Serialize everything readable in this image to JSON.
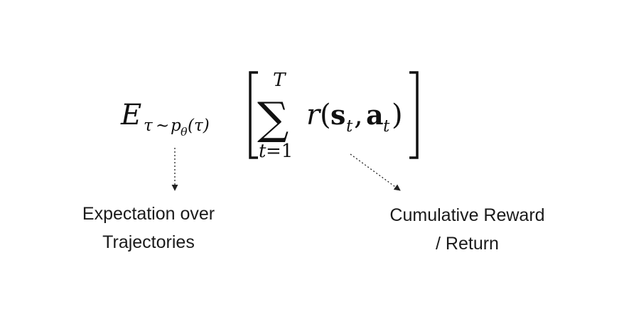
{
  "formula": {
    "expectation_symbol": "E",
    "subscript_tau": "τ",
    "subscript_tilde": "∼",
    "subscript_p": "p",
    "subscript_theta": "θ",
    "subscript_arg": "(τ)",
    "sum_symbol": "∑",
    "sum_upper": "T",
    "sum_lower_var": "t",
    "sum_lower_eq": "=1",
    "reward_fn": "r",
    "open_paren": "(",
    "state": "s",
    "state_sub": "t",
    "comma": ",",
    "action": "a",
    "action_sub": "t",
    "close_paren": ")"
  },
  "annotations": {
    "left": {
      "line1": "Expectation over",
      "line2": "Trajectories"
    },
    "right": {
      "line1": "Cumulative Reward",
      "line2": "/ Return"
    }
  },
  "colors": {
    "ink": "#111111",
    "arrow": "#222222",
    "background": "#ffffff"
  }
}
